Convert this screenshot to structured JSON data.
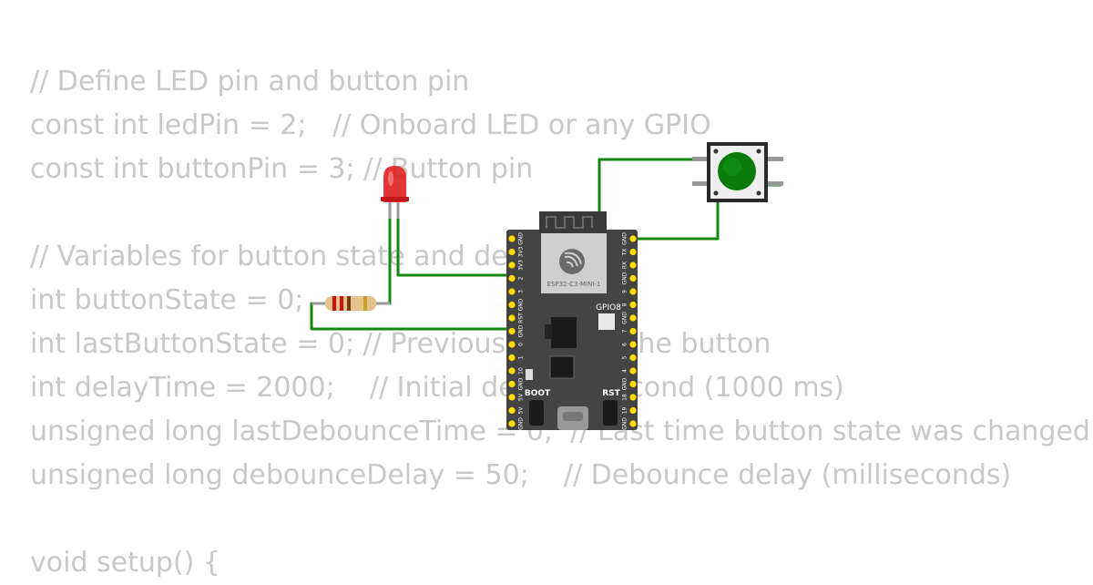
{
  "code_lines": [
    "// Define LED pin and button pin",
    "const int ledPin = 2;   // Onboard LED or any GPIO",
    "const int buttonPin = 3; // Button pin",
    "",
    "// Variables for button state and debounce",
    "int buttonState = 0;",
    "int lastButtonState = 0; // Previous state of the button",
    "int delayTime = 2000;    // Initial delay: 1 second (1000 ms)",
    "unsigned long lastDebounceTime = 0;  // Last time button state was changed",
    "unsigned long debounceDelay = 50;    // Debounce delay (milliseconds)",
    "",
    "void setup() {"
  ],
  "board": {
    "module_label": "ESP32-C3-MINI-1",
    "gpio_led_label": "GPIO8",
    "boot_label": "BOOT",
    "rst_label": "RST",
    "left_pins": [
      "GND",
      "3V3",
      "3V3",
      "2",
      "3",
      "GND",
      "RST",
      "GND",
      "0",
      "1",
      "10",
      "GND",
      "5V",
      "5V",
      "GND"
    ],
    "right_pins": [
      "GND",
      "TX",
      "RX",
      "GND",
      "9",
      "8",
      "GND",
      "7",
      "6",
      "5",
      "4",
      "GND",
      "18",
      "19",
      "GND"
    ]
  },
  "colors": {
    "board": "#444444",
    "pin": "#ffdd00",
    "wire": "#118811",
    "led": "#e02020",
    "button_cap": "#0a7a0a",
    "code_text": "#c8c8c8"
  }
}
